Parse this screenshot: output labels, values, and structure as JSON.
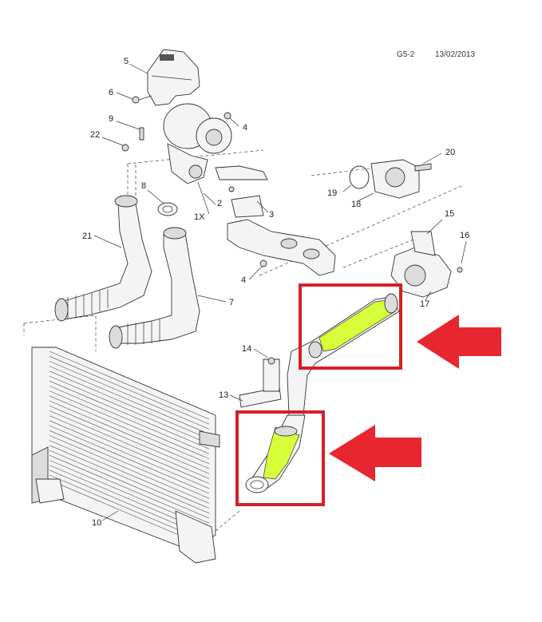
{
  "header": {
    "code": "G5-2",
    "date": "13/02/2013"
  },
  "labels": {
    "p1x": "1X",
    "p2": "2",
    "p3": "3",
    "p4a": "4",
    "p4b": "4",
    "p5": "5",
    "p6": "6",
    "p7": "7",
    "p8": "8",
    "p9": "9",
    "p10": "10",
    "p13": "13",
    "p14": "14",
    "p15": "15",
    "p16": "16",
    "p17": "17",
    "p18": "18",
    "p19": "19",
    "p20": "20",
    "p21": "21",
    "p22": "22"
  },
  "highlight": {
    "box_color": "#d3202a",
    "hose_color": "#d8ff3a",
    "arrow_color": "#e8262f"
  }
}
